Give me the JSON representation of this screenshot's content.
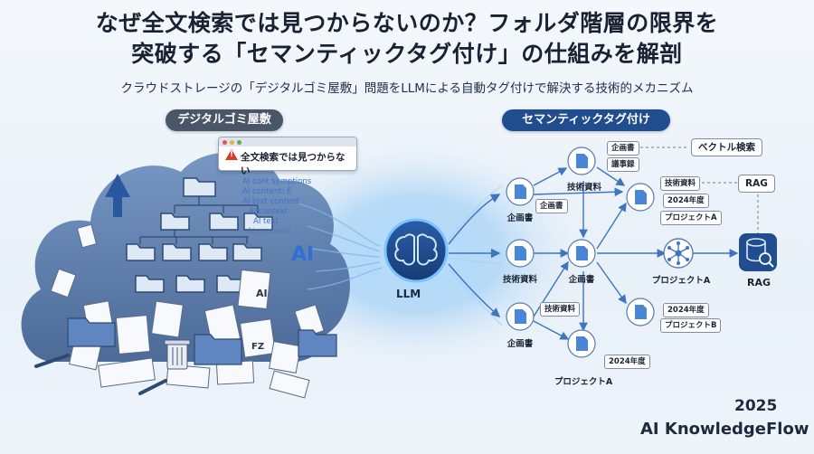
{
  "header": {
    "title_line1": "なぜ全文検索では見つからないのか？フォルダ階層の限界を",
    "title_line2": "突破する「セマンティックタグ付け」の仕組みを解剖",
    "subtitle": "クラウドストレージの「デジタルゴミ屋敷」問題をLLMによる自動タグ付けで解決する技術的メカニズム"
  },
  "left_panel": {
    "label": "デジタルゴミ屋敷",
    "search_popup": "全文検索では見つからない",
    "ai_stream": [
      "AI cont symptions",
      "AI content: E",
      "AI text content",
      "AI context",
      "AI text",
      "AI semantic"
    ],
    "ai_big": "AI",
    "doc_marks": [
      "AI",
      "FZ"
    ]
  },
  "center": {
    "label": "LLM"
  },
  "right_panel": {
    "label": "セマンティックタグ付け",
    "nodes": {
      "kikaku_left1": "企画書",
      "gijutsu_left": "技術資料",
      "kikaku_left2": "企画書",
      "gijutsu_top": "技術資料",
      "kikaku_center": "企画書",
      "project_bottom": "プロジェクトA",
      "project_hub": "プロジェクトA",
      "rag": "RAG"
    },
    "tags": {
      "t_kikaku_top": "企画書",
      "t_gijiroku": "議事録",
      "t_vector": "ベクトル検索",
      "t_gijutsu_r": "技術資料",
      "t_2024_r": "2024年度",
      "t_projA_r": "プロジェクトA",
      "t_rag": "RAG",
      "t_kikaku_mid": "企画書",
      "t_gijutsu_low": "技術資料",
      "t_2024_low": "2024年度",
      "t_projB": "プロジェクトB",
      "t_2024_bottom": "2024年度"
    }
  },
  "footer": {
    "year": "2025",
    "brand": "AI KnowledgeFlow"
  },
  "colors": {
    "accent": "#1f4d8f",
    "blue": "#3f7fd8",
    "warn": "#d63a2c"
  }
}
